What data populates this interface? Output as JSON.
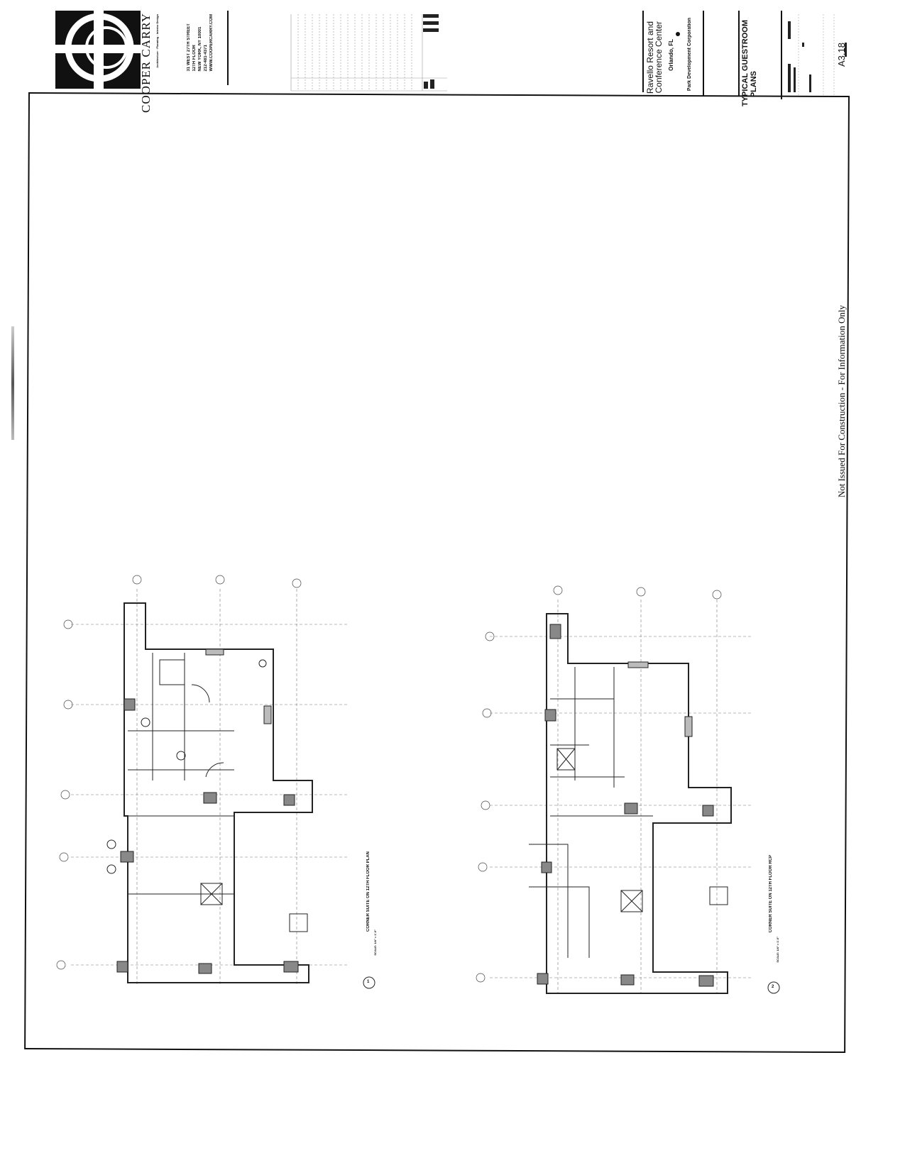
{
  "firm": {
    "name": "COOPER CARRY",
    "tagline": "Architecture · Planning · Interior Design",
    "address": [
      "31 WEST 27TH STREET",
      "12TH FLOOR",
      "NEW YORK, NY 10001",
      "212-481-4371",
      "WWW.COOPERCARRY.COM"
    ]
  },
  "project": {
    "name_line1": "Ravello Resort and",
    "name_line2": "Conference Center",
    "location": "Orlando, FL",
    "client": "Park Development Corporation"
  },
  "sheet": {
    "title_line1": "TYPICAL GUESTROOM",
    "title_line2": "PLANS",
    "number": "A3.18"
  },
  "disclaimer": "Not Issued For Construction - For Information Only",
  "drawings": [
    {
      "title": "CORNER SUITE ON 12TH FLOOR PLAN",
      "scale": "SCALE: 1/4\" = 1'-0\"",
      "number": "1"
    },
    {
      "title": "CORNER SUITE ON 12TH FLOOR RCP",
      "scale": "SCALE: 1/4\" = 1'-0\"",
      "number": "2"
    }
  ]
}
